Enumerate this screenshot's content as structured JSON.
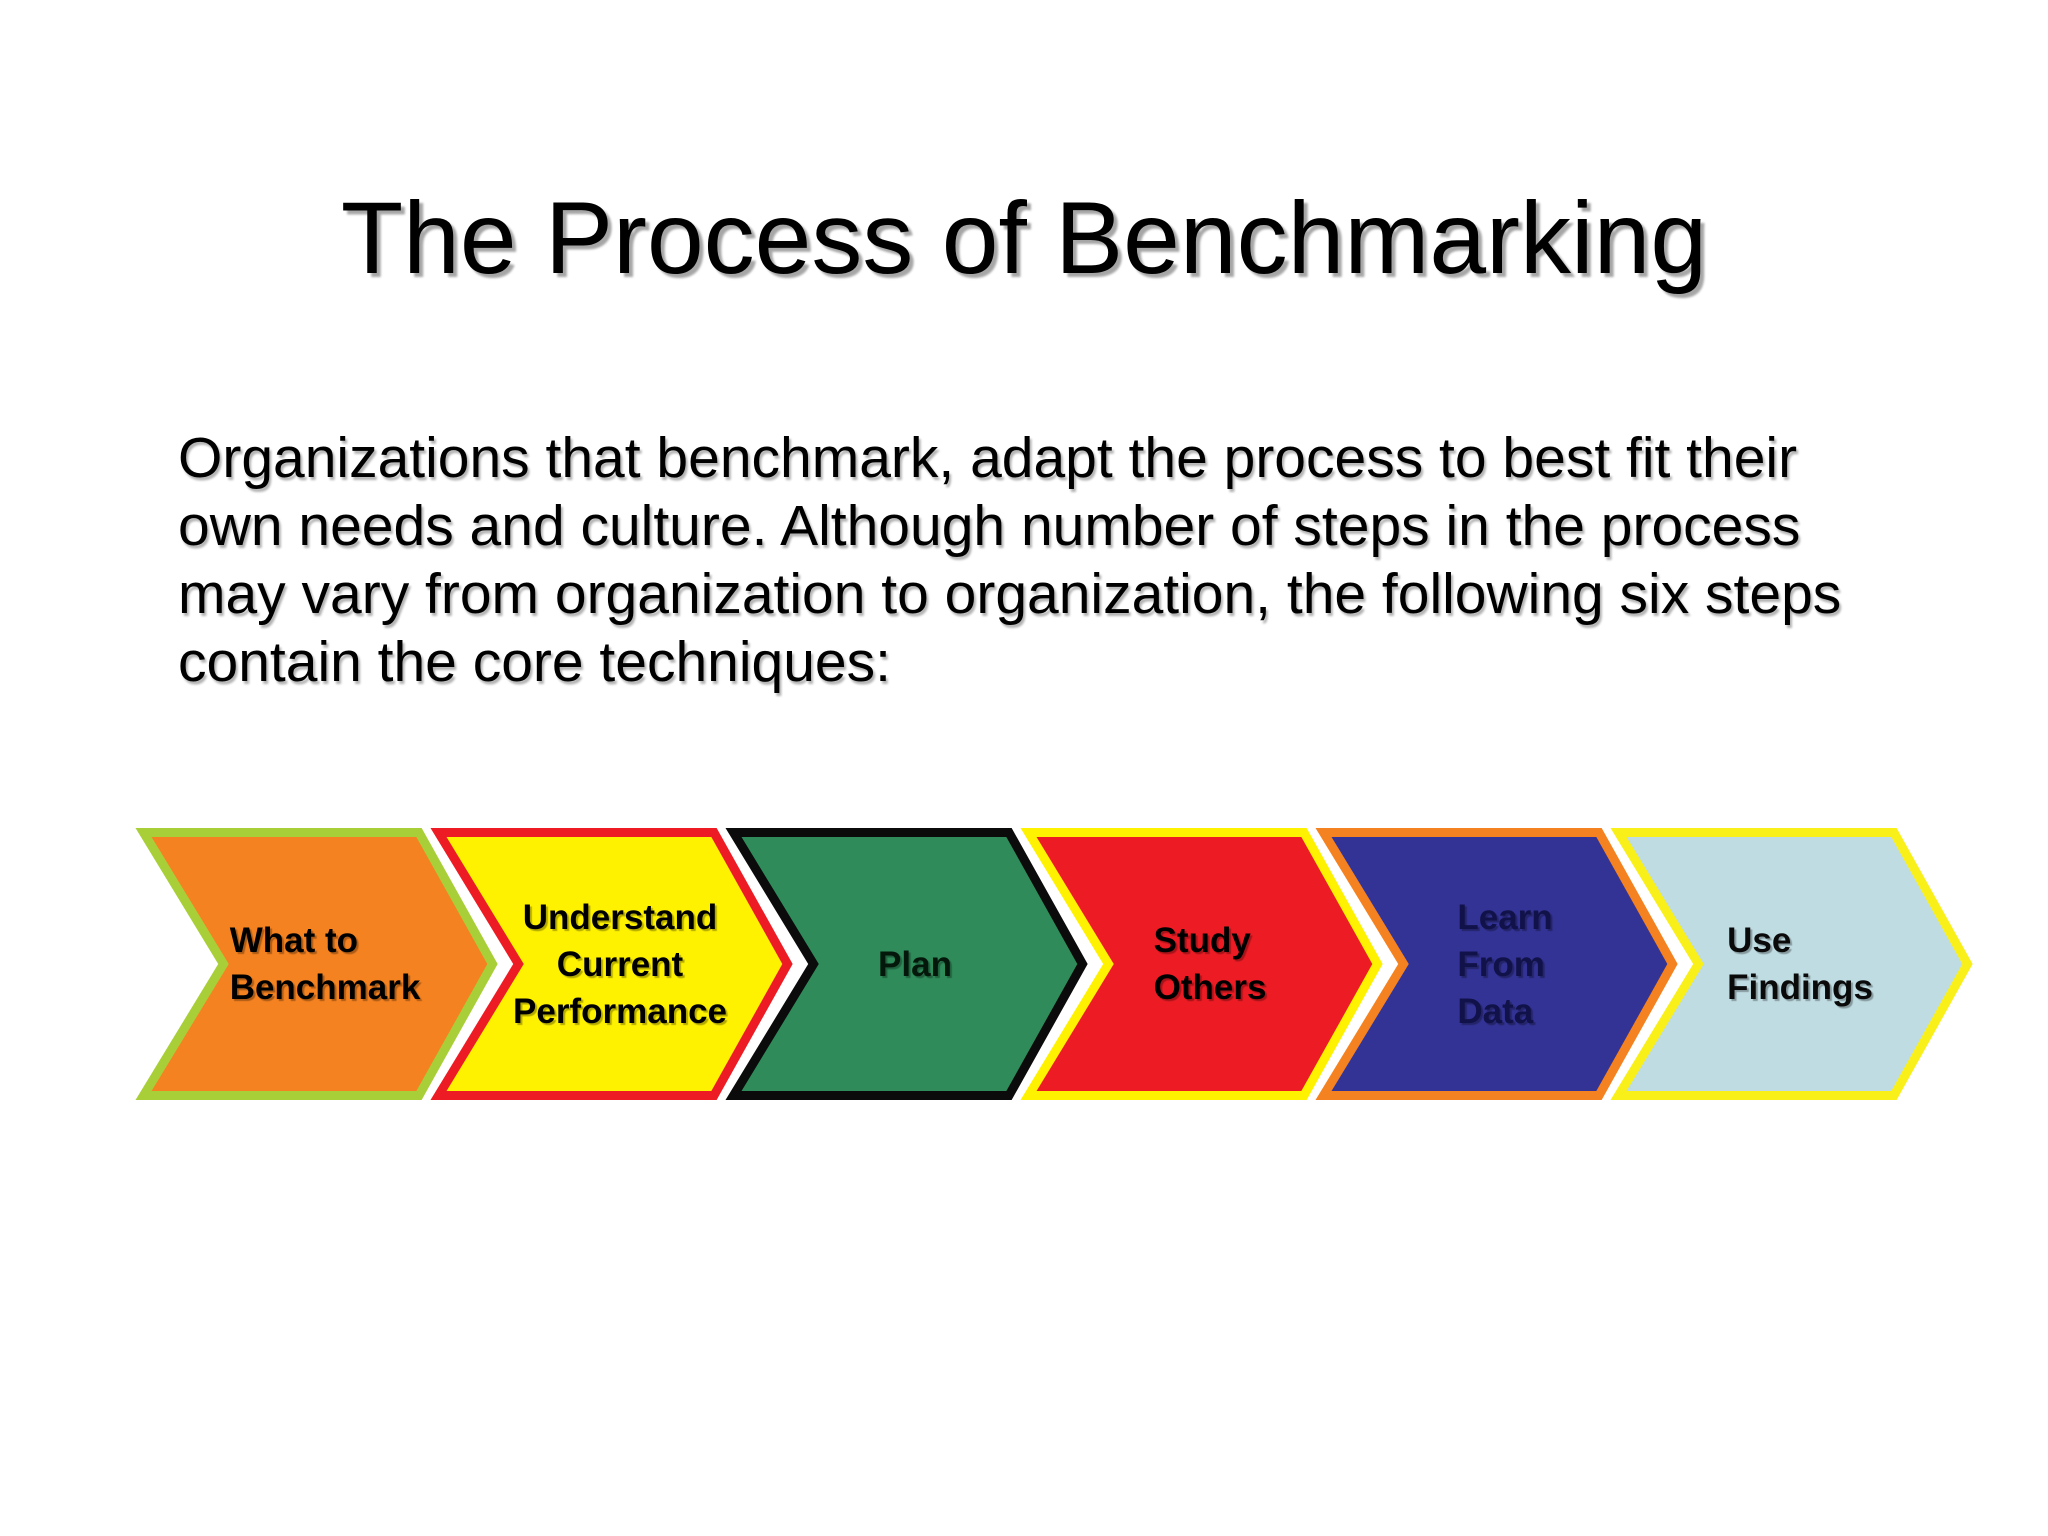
{
  "title": "The Process of Benchmarking",
  "paragraph": "Organizations that benchmark, adapt the process to best fit their\nown needs and culture. Although number of steps in the process\nmay vary from organization to organization, the following six steps\ncontain the core techniques:",
  "colors": {
    "background": "#FFFFFF",
    "text": "#000000"
  },
  "steps": [
    {
      "label": "What to\nBenchmark",
      "fill_color": "#F58220",
      "border_color": "#A9CF38",
      "text_color": "#000000"
    },
    {
      "label": "Understand\nCurrent\nPerformance",
      "fill_color": "#FFF200",
      "border_color": "#ED1C24",
      "text_color": "#000000"
    },
    {
      "label": "Plan",
      "fill_color": "#2F8C5A",
      "border_color": "#0B0B0B",
      "text_color": "#03180A"
    },
    {
      "label": "Study\nOthers",
      "fill_color": "#ED1C24",
      "border_color": "#FFF200",
      "text_color": "#000000"
    },
    {
      "label": "Learn\nFrom\nData",
      "fill_color": "#333396",
      "border_color": "#F58220",
      "text_color": "#12124A"
    },
    {
      "label": "Use\nFindings",
      "fill_color": "#BFDCE2",
      "border_color": "#F9F01A",
      "text_color": "#0A0A0A"
    }
  ]
}
